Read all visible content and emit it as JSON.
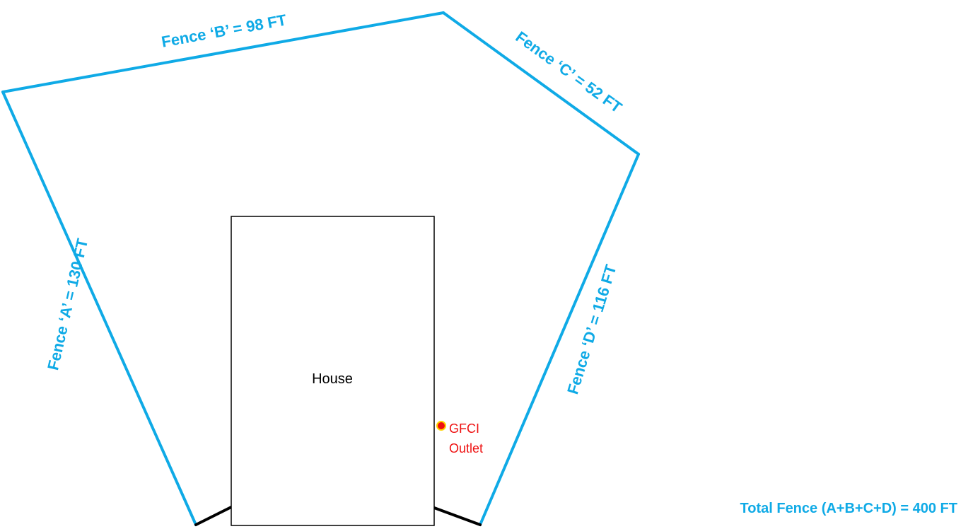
{
  "colors": {
    "fence": "#0FAAE6",
    "gate": "#000000",
    "house_outline": "#000000",
    "outlet_fill": "#EE1111",
    "outlet_ring": "#FFD400",
    "outlet_text": "#EE1111"
  },
  "fences": {
    "a": {
      "label": "Fence ‘A’ = 130 FT"
    },
    "b": {
      "label": "Fence ‘B’ = 98 FT"
    },
    "c": {
      "label": "Fence ‘C’ = 52 FT"
    },
    "d": {
      "label": "Fence ‘D’ = 116 FT"
    }
  },
  "house": {
    "label": "House"
  },
  "outlet": {
    "line1": "GFCI",
    "line2": "Outlet"
  },
  "total": {
    "label": "Total Fence (A+B+C+D) = 400 FT"
  }
}
